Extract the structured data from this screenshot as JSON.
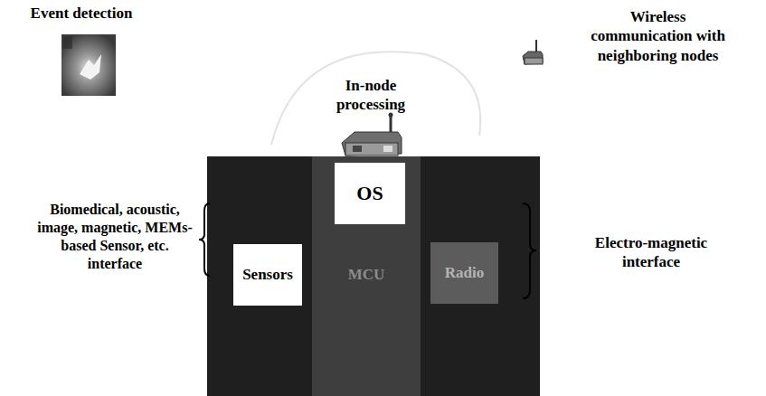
{
  "diagram": {
    "nodes": [
      {
        "text": [
          "OS"
        ]
      },
      {
        "text": [
          "Sensors"
        ]
      },
      {
        "text": [
          "MCU"
        ]
      },
      {
        "text": [
          "Radio"
        ]
      }
    ],
    "labels": [
      "Event detection",
      "In-node processing",
      "Wireless communication with neighboring nodes",
      "Biomedical, acoustic, image, magnetic, MEMs-based Sensor, etc. interface",
      "Electro-magnetic interface"
    ]
  }
}
